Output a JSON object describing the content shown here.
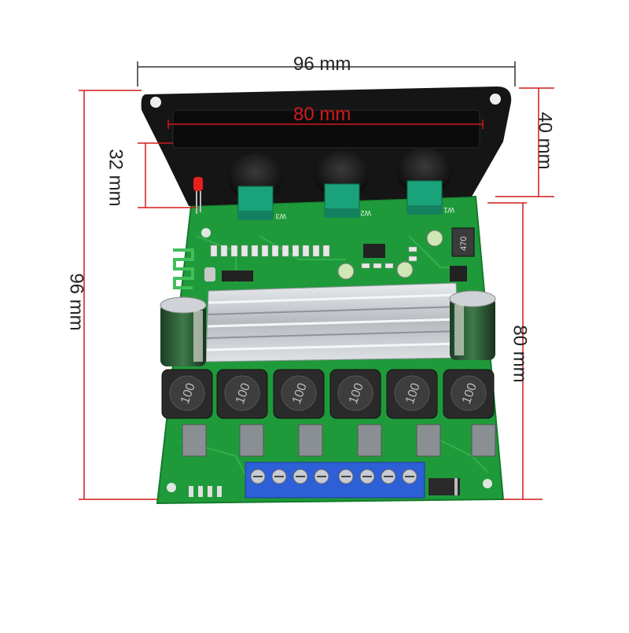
{
  "dimensions": {
    "top_width": "96 mm",
    "faceplate_inner_width": "80 mm",
    "faceplate_height": "40 mm",
    "knob_height": "32 mm",
    "total_height": "96 mm",
    "board_depth": "80 mm"
  },
  "board": {
    "inductor_label": "100",
    "coil_label": "470",
    "pot_labels": [
      "W3",
      "W2",
      "W1"
    ]
  },
  "colors": {
    "pcb": "#1f9a3a",
    "faceplate": "#151515",
    "heatsink": "#c9ccd0",
    "terminal": "#2d5fd6",
    "dimension_line": "#d11a1a",
    "pot": "#1aa37a"
  }
}
